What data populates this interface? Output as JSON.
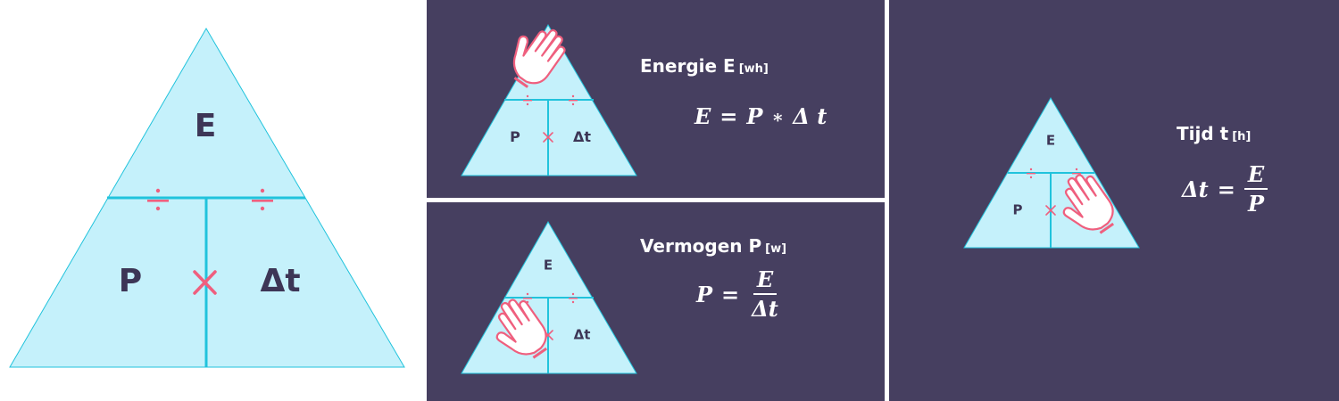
{
  "triangle": {
    "top_letter": "E",
    "left_letter": "P",
    "right_letter": "Δt",
    "divide_symbol": "÷",
    "multiply_symbol": "×"
  },
  "panels": {
    "energy": {
      "title": "Energie E",
      "unit": "[wh]",
      "formula": {
        "lhs": "E",
        "a": "P",
        "op": "∗",
        "b": "Δ t"
      }
    },
    "power": {
      "title": "Vermogen P",
      "unit": "[w]",
      "formula": {
        "lhs": "P",
        "num": "E",
        "den": "Δt"
      }
    },
    "time": {
      "title": "Tijd t",
      "unit": "[h]",
      "formula": {
        "lhs": "Δt",
        "num": "E",
        "den": "P"
      }
    }
  },
  "colors": {
    "panel_bg": "#463f60",
    "triangle_fill": "#c5f1fb",
    "triangle_line": "#21c3dc",
    "operator": "#ef5f7e",
    "letter": "#3d3656",
    "hand_icon": "hand-cover-icon"
  }
}
